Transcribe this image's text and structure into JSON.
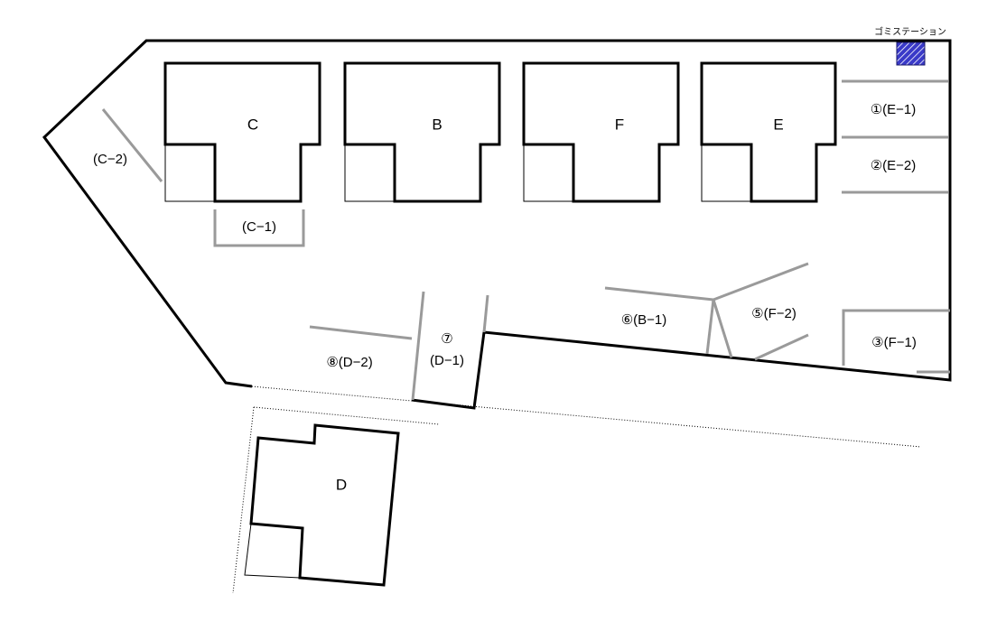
{
  "buildings": [
    {
      "id": "C",
      "label": "C"
    },
    {
      "id": "B",
      "label": "B"
    },
    {
      "id": "F",
      "label": "F"
    },
    {
      "id": "E",
      "label": "E"
    },
    {
      "id": "D",
      "label": "D"
    }
  ],
  "parking": [
    {
      "id": "e1",
      "label": "①(E−1)"
    },
    {
      "id": "e2",
      "label": "②(E−2)"
    },
    {
      "id": "c1",
      "label": "(C−1)"
    },
    {
      "id": "c2",
      "label": "(C−2)"
    },
    {
      "id": "b1",
      "label": "⑥(B−1)"
    },
    {
      "id": "f2",
      "label": "⑤(F−2)"
    },
    {
      "id": "f1",
      "label": "③(F−1)"
    },
    {
      "id": "d2",
      "label": "⑧(D−2)"
    },
    {
      "id": "d1-num",
      "label": "⑦"
    },
    {
      "id": "d1",
      "label": "(D−1)"
    }
  ],
  "garbage_station": {
    "label": "ゴミステーション",
    "fill_color": "#3a3ac8",
    "hatch_color": "#ffffff"
  },
  "colors": {
    "outline": "#000000",
    "divider": "#9a9a9a",
    "background": "#ffffff"
  }
}
